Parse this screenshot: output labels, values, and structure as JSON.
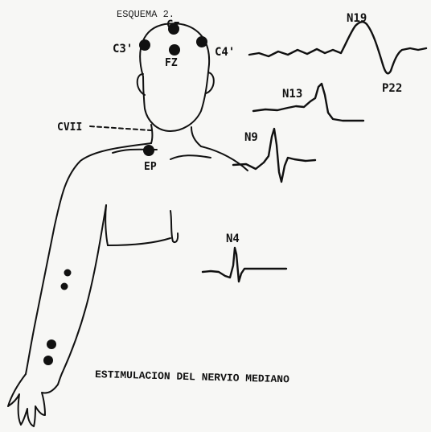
{
  "header": {
    "label": "ESQUEMA 2."
  },
  "caption": "ESTIMULACION DEL NERVIO MEDIANO",
  "electrodes": {
    "cz": "Cz",
    "c3": "C3'",
    "c4": "C4'",
    "fz": "FZ",
    "cvii": "CVII",
    "ep": "EP"
  },
  "waves": {
    "n19": "N19",
    "p22": "P22",
    "n13": "N13",
    "n9": "N9",
    "n4": "N4"
  }
}
